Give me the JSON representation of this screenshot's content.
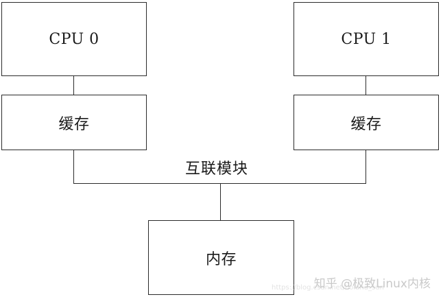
{
  "diagram": {
    "cpu0": {
      "label": "CPU 0"
    },
    "cpu1": {
      "label": "CPU 1"
    },
    "cache0": {
      "label": "缓存"
    },
    "cache1": {
      "label": "缓存"
    },
    "interconnect": {
      "label": "互联模块"
    },
    "memory": {
      "label": "内存"
    }
  },
  "watermark": {
    "text": "知乎 @极致Linux内核",
    "faint_text": "https://blog.csdn.net/holand_sun"
  }
}
